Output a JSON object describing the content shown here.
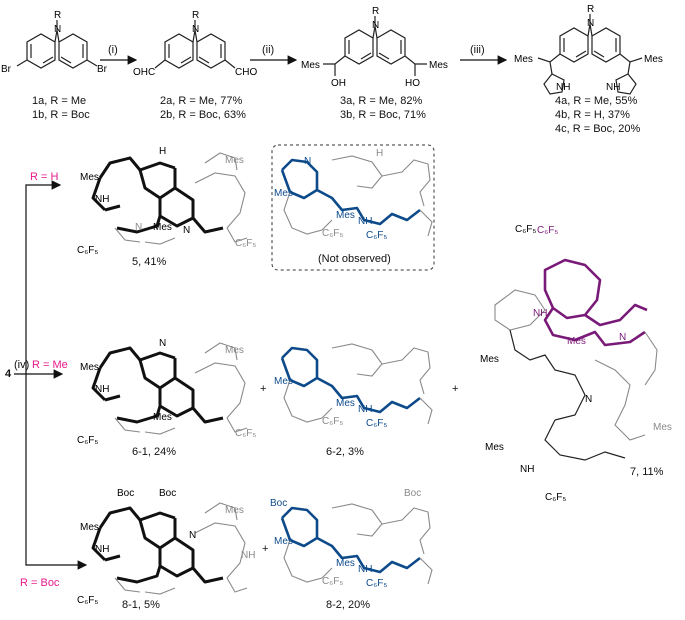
{
  "reagents": [
    "(i)",
    "(ii)",
    "(iii)",
    "(iv)"
  ],
  "substituents": {
    "R": "R",
    "Br": "Br",
    "OHC": "OHC",
    "CHO": "CHO",
    "Mes": "Mes",
    "OH": "OH",
    "HO": "HO",
    "NH": "NH",
    "N": "N",
    "H": "H",
    "Boc": "Boc",
    "C6F5": "C₆F₅"
  },
  "row1": {
    "c1": {
      "a": "1a, R = Me",
      "b": "1b, R = Boc"
    },
    "c2": {
      "a": "2a, R = Me, 77%",
      "b": "2b, R = Boc, 63%"
    },
    "c3": {
      "a": "3a, R = Me, 82%",
      "b": "3b, R = Boc, 71%"
    },
    "c4": {
      "a": "4a, R = Me, 55%",
      "b": "4b,  R = H, 37%",
      "c": "4c, R = Boc, 20%"
    }
  },
  "start_label": "4",
  "branches": {
    "h": "R = H",
    "me": "R = Me",
    "boc": "R = Boc"
  },
  "products": {
    "p5": "5, 41%",
    "not_observed": "(Not observed)",
    "p6_1": "6-1, 24%",
    "p6_2": "6-2, 3%",
    "p7": "7, 11%",
    "p8_1": "8-1, 5%",
    "p8_2": "8-2, 20%",
    "plus": "+"
  },
  "colors": {
    "condition": "#e8198b",
    "blue": "#0d4a8a",
    "purple": "#7a1a78",
    "grey": "#8a8a8a",
    "black": "#111111"
  }
}
